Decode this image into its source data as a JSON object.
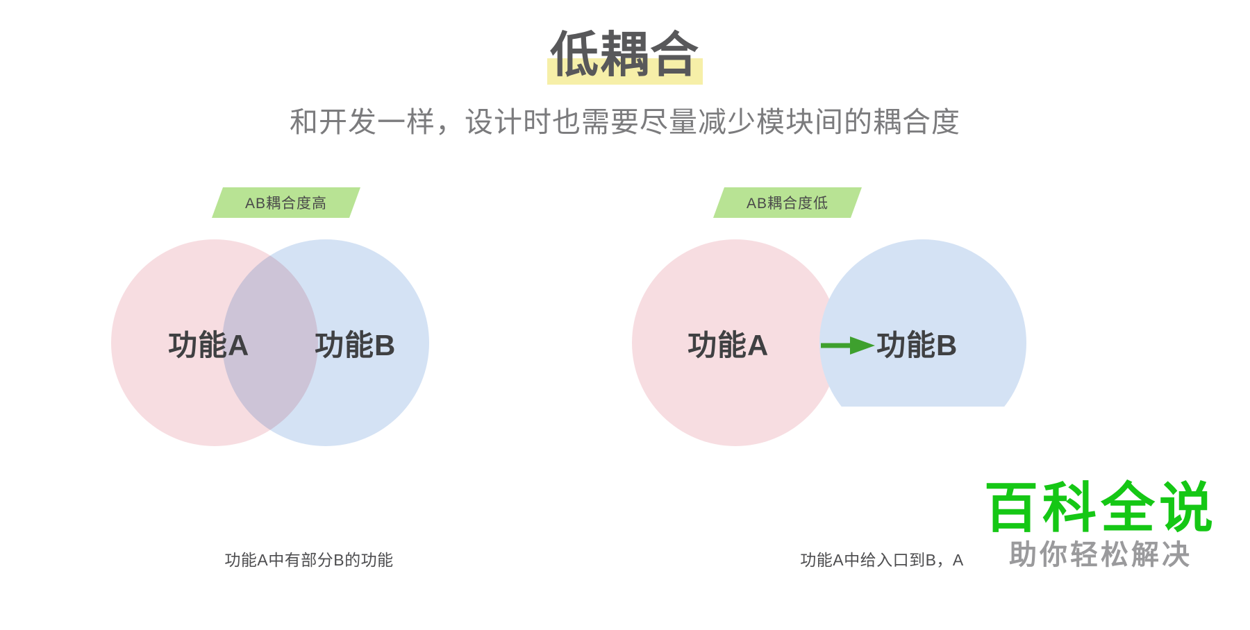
{
  "slide": {
    "title": "低耦合",
    "subtitle": "和开发一样，设计时也需要尽量减少模块间的耦合度",
    "title_highlight_color": "#f6efa8",
    "title_color": "#58585a",
    "subtitle_color": "#7b7b7d",
    "background_color": "#ffffff"
  },
  "panels": [
    {
      "badge": "AB耦合度高",
      "badge_color": "#b8e394",
      "circle_a_label": "功能A",
      "circle_b_label": "功能B",
      "circle_a_color": "#f7dde1",
      "circle_b_color": "#d4e2f4",
      "caption": "功能A中有部分B的功能",
      "relation": "overlap"
    },
    {
      "badge": "AB耦合度低",
      "badge_color": "#b8e394",
      "circle_a_label": "功能A",
      "circle_b_label": "功能B",
      "circle_a_color": "#f7dde1",
      "circle_b_color": "#d4e2f4",
      "caption": "功能A中给入口到B，A",
      "relation": "arrow",
      "arrow_color": "#3ea02e"
    }
  ],
  "watermark": {
    "main": "百科全说",
    "sub": "助你轻松解决",
    "main_color": "#15c715",
    "sub_color": "#9a9a9c"
  }
}
